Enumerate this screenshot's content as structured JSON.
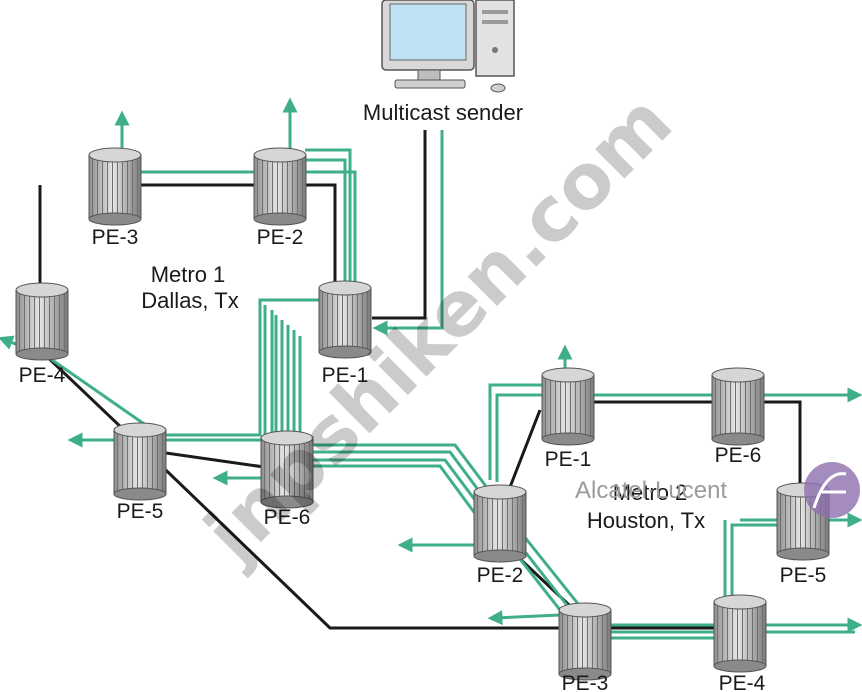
{
  "sender": {
    "label": "Multicast sender"
  },
  "metro1": {
    "name": "Metro 1",
    "location": "Dallas, Tx",
    "routers": {
      "pe1": "PE-1",
      "pe2": "PE-2",
      "pe3": "PE-3",
      "pe4": "PE-4",
      "pe5": "PE-5",
      "pe6": "PE-6"
    }
  },
  "metro2": {
    "name": "Metro 2",
    "location": "Houston, Tx",
    "routers": {
      "pe1": "PE-1",
      "pe2": "PE-2",
      "pe3": "PE-3",
      "pe4": "PE-4",
      "pe5": "PE-5",
      "pe6": "PE-6"
    }
  },
  "watermark": {
    "text": "jnpshiken.com",
    "brand": "Alcatel·Lucent"
  },
  "colors": {
    "multicast_flow": "#3fae8a",
    "link": "#1a1a1a",
    "router_fill": "#cfcfcf"
  }
}
